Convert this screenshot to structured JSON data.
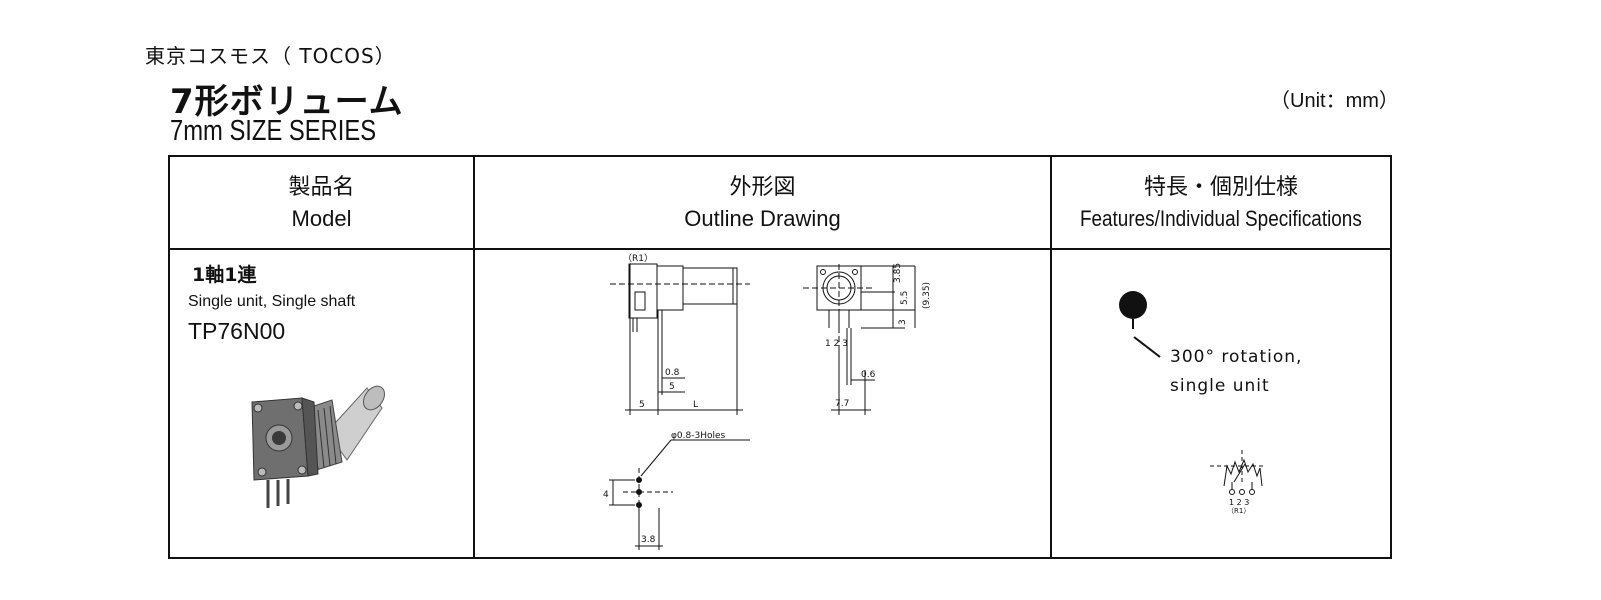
{
  "header": {
    "maker": "東京コスモス（ TOCOS）",
    "title_jp": "7形ボリューム",
    "title_en": "7mm SIZE SERIES",
    "unit": "（Unit：mm）"
  },
  "table": {
    "columns": [
      {
        "jp": "製品名",
        "en": "Model"
      },
      {
        "jp": "外形図",
        "en": "Outline Drawing"
      },
      {
        "jp": "特長・個別仕様",
        "en": "Features/Individual Specifications"
      }
    ],
    "rows": [
      {
        "model_jp": "1軸1連",
        "model_en": "Single unit, Single shaft",
        "model_number": "TP76N00",
        "drawing": {
          "labels": {
            "r1": "（R1）",
            "d385": "3.85",
            "d935": "(9.35)",
            "d55": "5.5",
            "d3": "3",
            "pins": "1 2 3",
            "d08": "0.8",
            "d5a": "5",
            "d5b": "5",
            "dL": "L",
            "d06": "0.6",
            "d77": "7.7",
            "holes": "φ0.8-3Holes",
            "d4": "4",
            "d38": "3.8"
          }
        },
        "features": {
          "line1": "300° rotation,",
          "line2": "single unit",
          "schematic_pins": "1 2 3",
          "schematic_r1": "（R1）"
        }
      }
    ]
  }
}
